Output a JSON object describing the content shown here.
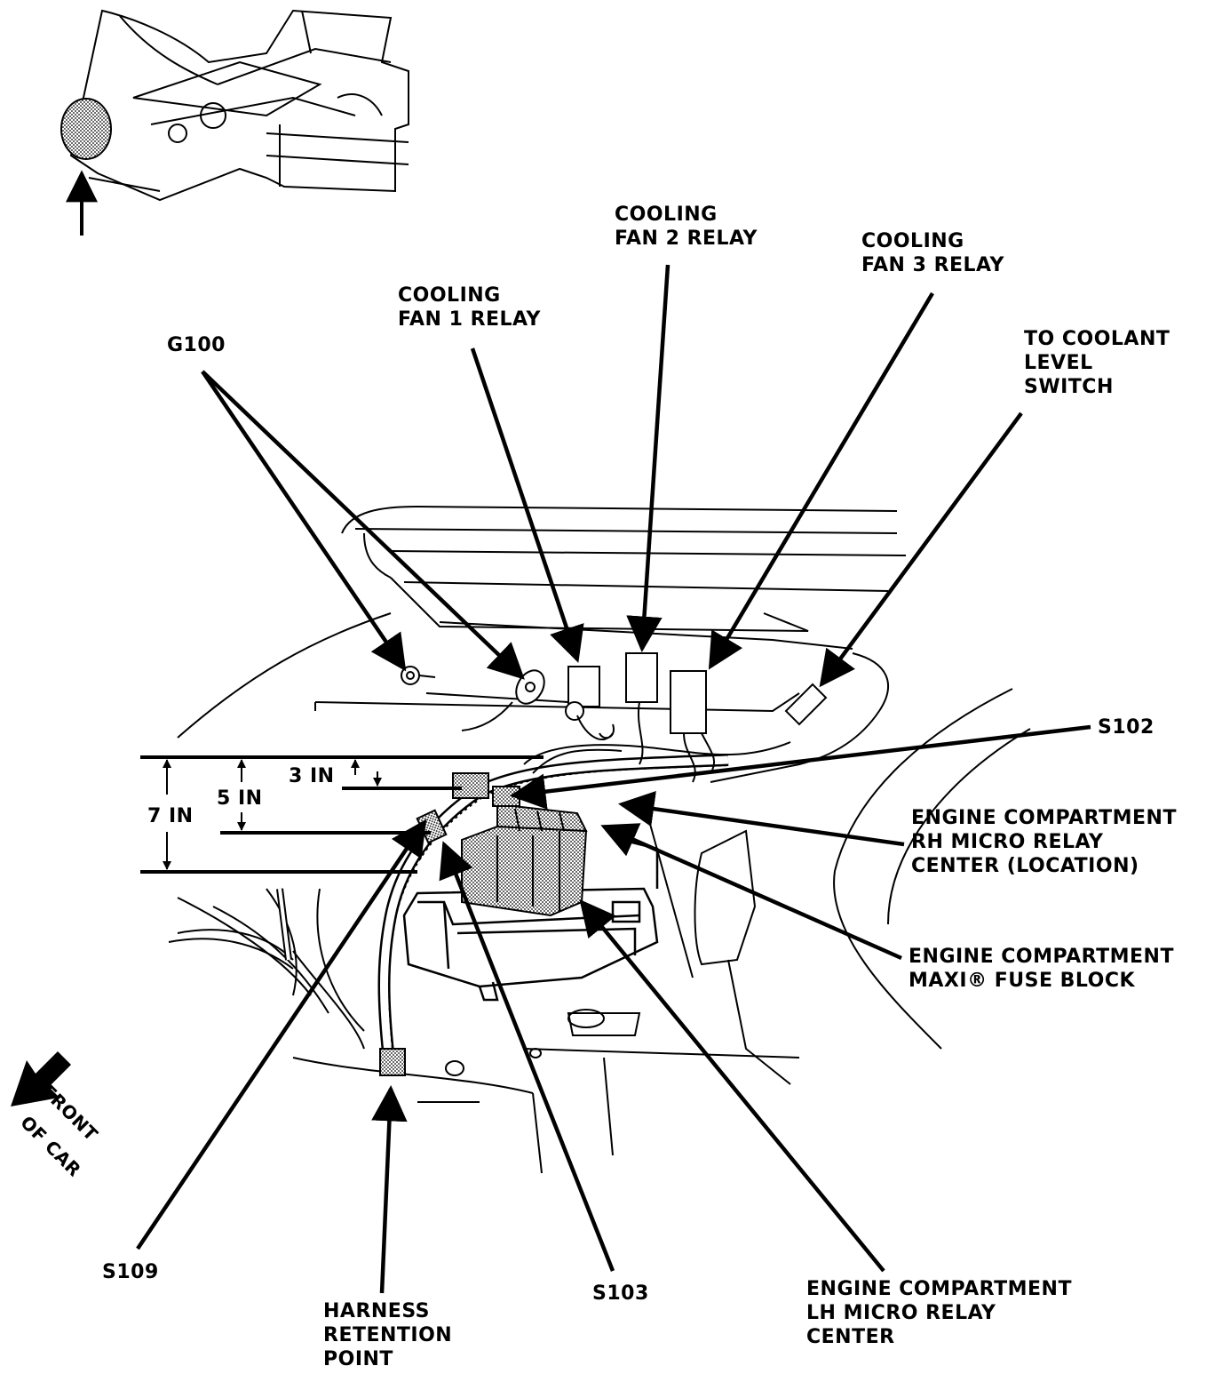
{
  "labels": {
    "cooling_fan_1_relay": [
      "COOLING",
      "FAN 1 RELAY"
    ],
    "cooling_fan_2_relay": [
      "COOLING",
      "FAN 2 RELAY"
    ],
    "cooling_fan_3_relay": [
      "COOLING",
      "FAN 3 RELAY"
    ],
    "to_coolant_level_switch": [
      "TO COOLANT",
      "LEVEL",
      "SWITCH"
    ],
    "g100": "G100",
    "s102": "S102",
    "rh_micro_relay_center": [
      "ENGINE COMPARTMENT",
      "RH MICRO RELAY",
      "CENTER (LOCATION)"
    ],
    "maxi_fuse_block": [
      "ENGINE COMPARTMENT",
      "MAXI® FUSE BLOCK"
    ],
    "lh_micro_relay_center": [
      "ENGINE COMPARTMENT",
      "LH MICRO RELAY",
      "CENTER"
    ],
    "s103": "S103",
    "harness_retention_point": [
      "HARNESS",
      "RETENTION",
      "POINT"
    ],
    "s109": "S109",
    "front_of_car": [
      "FRONT",
      "OF CAR"
    ]
  },
  "dimensions": {
    "three_in": "3 IN",
    "five_in": "5 IN",
    "seven_in": "7 IN"
  },
  "icons": [
    "vehicle-locator-icon",
    "front-of-car-arrow-icon"
  ],
  "colors": {
    "ink": "#000000",
    "paper": "#ffffff",
    "shade": "#9a9a9a"
  }
}
